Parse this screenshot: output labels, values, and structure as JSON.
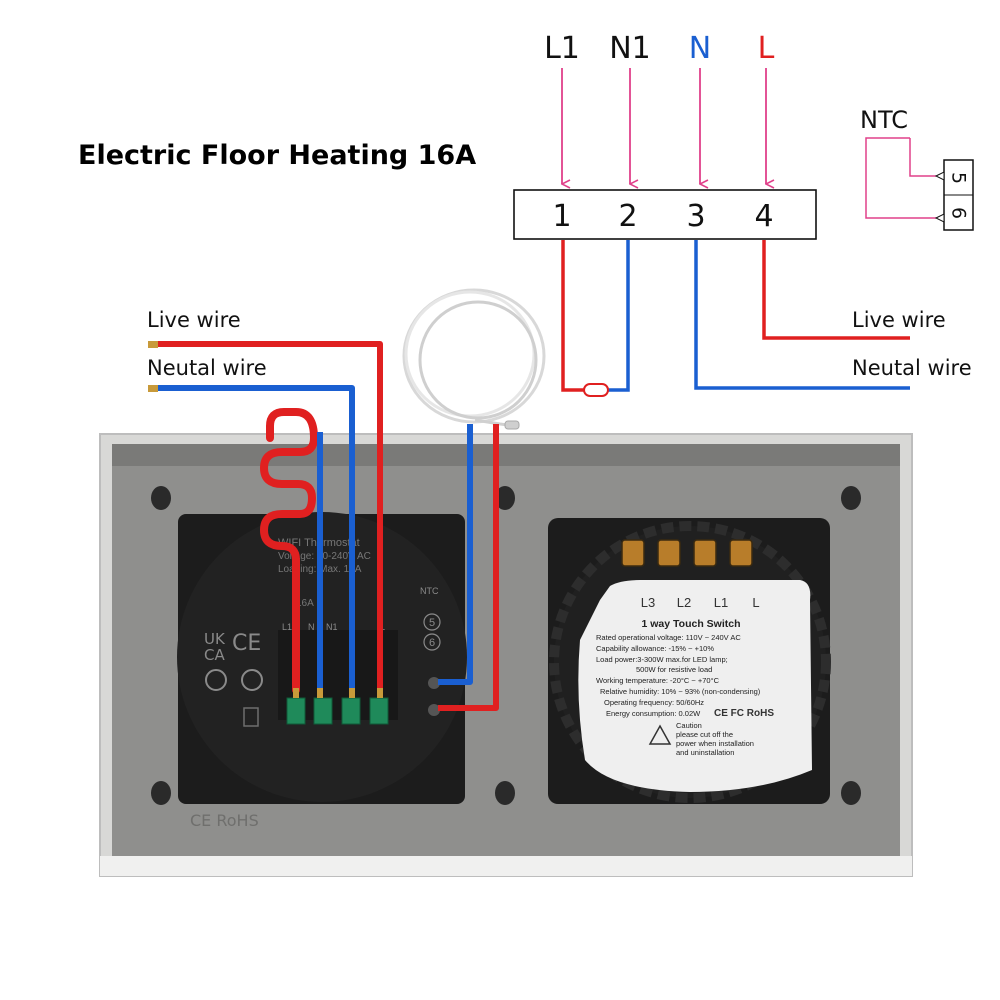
{
  "title": "Electric Floor Heating 16A",
  "top_labels": [
    {
      "text": "L1",
      "color": "#111111"
    },
    {
      "text": "N1",
      "color": "#111111"
    },
    {
      "text": "N",
      "color": "#1a5fd1"
    },
    {
      "text": "L",
      "color": "#e02020"
    }
  ],
  "terminal_numbers": [
    "1",
    "2",
    "3",
    "4"
  ],
  "ntc": {
    "label": "NTC",
    "pins": [
      "5",
      "6"
    ]
  },
  "left_wires": {
    "live": "Live wire",
    "neutral": "Neutal wire"
  },
  "right_wires": {
    "live": "Live wire",
    "neutral": "Neutal wire"
  },
  "thermostat": {
    "line1": "WIFI Thermostat",
    "line2": "Voltage: 90-240V AC",
    "line3": "Loading: Max. 16A",
    "amp": "16A",
    "terms": [
      "L1",
      "N",
      "N1",
      "L"
    ],
    "ntc_label": "NTC",
    "ntc_pins": [
      "5",
      "6"
    ],
    "marks": [
      "UK",
      "CA",
      "CE"
    ],
    "bottom_mark": "CE RoHS"
  },
  "switch": {
    "terminals": [
      "L3",
      "L2",
      "L1",
      "L"
    ],
    "title": "1 way Touch Switch",
    "specs": [
      "Rated operational voltage: 110V ~ 240V AC",
      "Capability allowance: -15% ~ +10%",
      "Load power:3-300W max.for LED lamp;",
      "500W for resistive load",
      "Working temperature: -20°C ~ +70°C",
      "Relative humidity: 10% ~ 93% (non-condensing)",
      "Operating frequency: 50/60Hz",
      "Energy consumption: 0.02W"
    ],
    "certs": "CE FC RoHS",
    "caution_title": "Caution",
    "caution": [
      "please cut off the",
      "power when installation",
      "and uninstallation"
    ]
  },
  "colors": {
    "live": "#e02020",
    "neutral": "#1a5fd1",
    "feed": "#e0408a",
    "frame": "#8a8a8a",
    "module": "#1c1c1c"
  }
}
